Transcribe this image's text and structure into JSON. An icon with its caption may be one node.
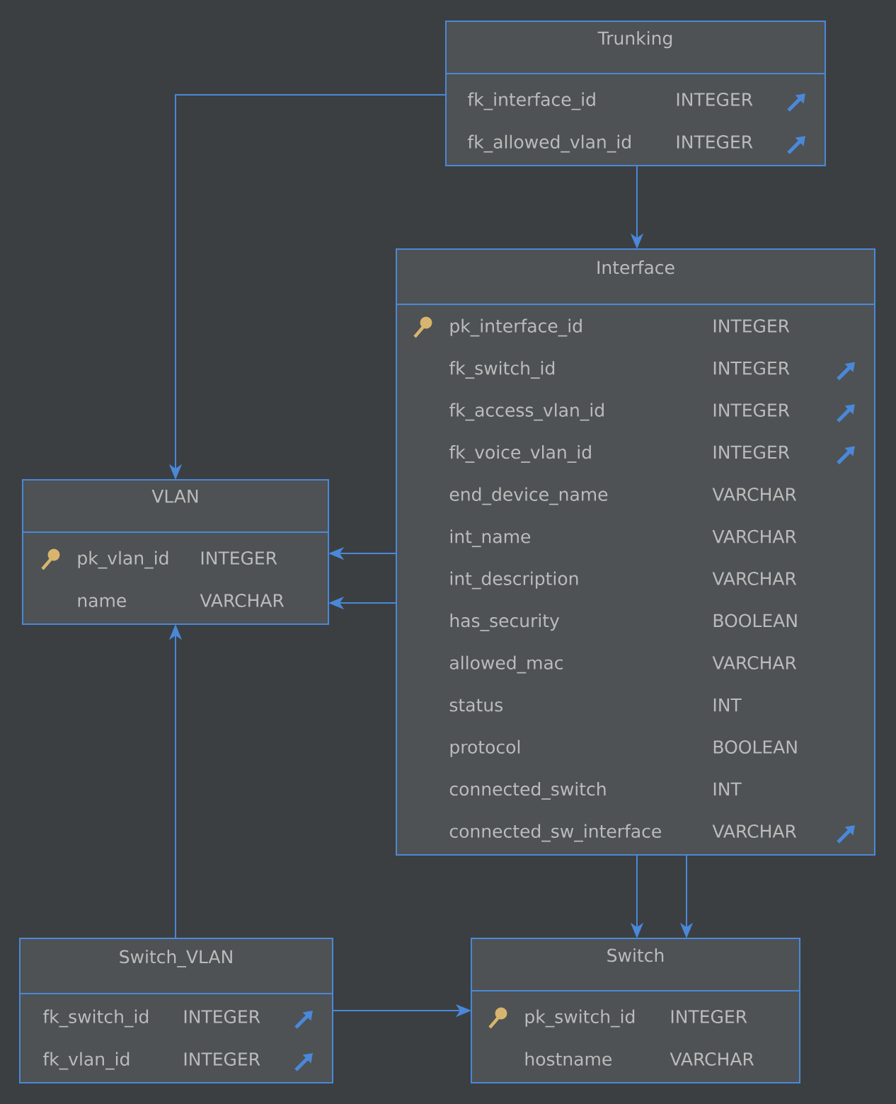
{
  "diagram": {
    "nodes": [
      {
        "text": [
          "Trunking"
        ]
      },
      {
        "text": [
          "fk_interface_id",
          "INTEGER"
        ],
        "in": 0
      },
      {
        "text": [
          "fk_allowed_vlan_id",
          "INTEGER"
        ],
        "in": 0
      },
      {
        "text": [
          "Interface"
        ]
      },
      {
        "text": [
          "pk_interface_id",
          "INTEGER"
        ],
        "in": 3
      },
      {
        "text": [
          "fk_switch_id",
          "INTEGER"
        ],
        "in": 3
      },
      {
        "text": [
          "fk_access_vlan_id",
          "INTEGER"
        ],
        "in": 3
      },
      {
        "text": [
          "fk_voice_vlan_id",
          "INTEGER"
        ],
        "in": 3
      },
      {
        "text": [
          "end_device_name",
          "VARCHAR"
        ],
        "in": 3
      },
      {
        "text": [
          "int_name",
          "VARCHAR"
        ],
        "in": 3
      },
      {
        "text": [
          "int_description",
          "VARCHAR"
        ],
        "in": 3
      },
      {
        "text": [
          "has_security",
          "BOOLEAN"
        ],
        "in": 3
      },
      {
        "text": [
          "allowed_mac",
          "VARCHAR"
        ],
        "in": 3
      },
      {
        "text": [
          "status",
          "INT"
        ],
        "in": 3
      },
      {
        "text": [
          "protocol",
          "BOOLEAN"
        ],
        "in": 3
      },
      {
        "text": [
          "connected_switch",
          "INT"
        ],
        "in": 3
      },
      {
        "text": [
          "connected_sw_interface",
          "VARCHAR"
        ],
        "in": 3
      },
      {
        "text": [
          "VLAN"
        ]
      },
      {
        "text": [
          "pk_vlan_id",
          "INTEGER"
        ],
        "in": 17
      },
      {
        "text": [
          "name",
          "VARCHAR"
        ],
        "in": 17
      },
      {
        "text": [
          "Switch_VLAN"
        ]
      },
      {
        "text": [
          "fk_switch_id",
          "INTEGER"
        ],
        "in": 20
      },
      {
        "text": [
          "fk_vlan_id",
          "INTEGER"
        ],
        "in": 20
      },
      {
        "text": [
          "Switch"
        ]
      },
      {
        "text": [
          "pk_switch_id",
          "INTEGER"
        ],
        "in": 23
      },
      {
        "text": [
          "hostname",
          "VARCHAR"
        ],
        "in": 23
      }
    ],
    "edges": [
      {
        "from": 0,
        "to": 17,
        "arrow": "to"
      },
      {
        "from": 0,
        "to": 3,
        "arrow": "to"
      },
      {
        "from": 3,
        "to": 17,
        "arrow": "to"
      },
      {
        "from": 3,
        "to": 17,
        "arrow": "to"
      },
      {
        "from": 3,
        "to": 23,
        "arrow": "to"
      },
      {
        "from": 3,
        "to": 23,
        "arrow": "to"
      },
      {
        "from": 20,
        "to": 17,
        "arrow": "to"
      },
      {
        "from": 20,
        "to": 23,
        "arrow": "to"
      }
    ]
  }
}
